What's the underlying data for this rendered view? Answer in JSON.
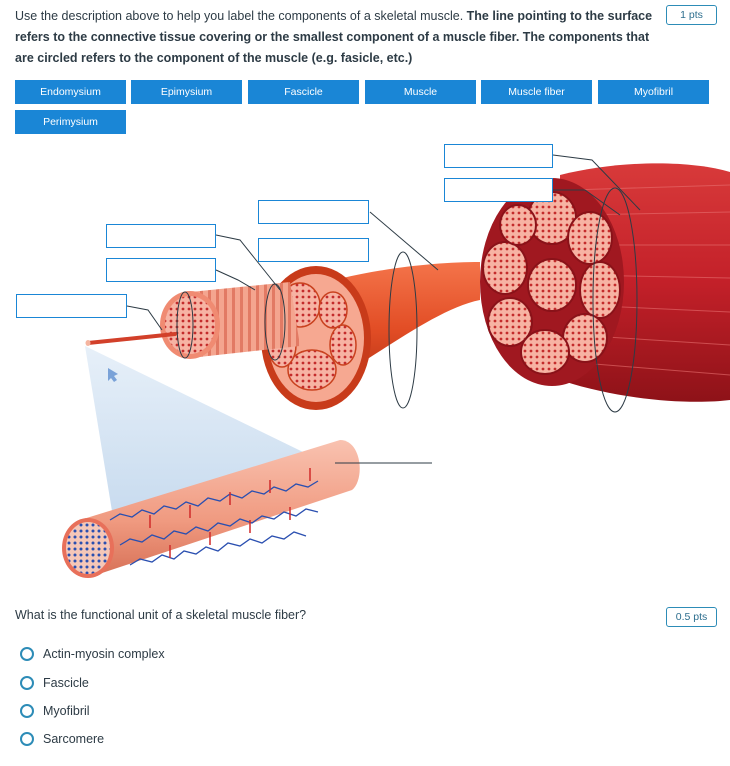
{
  "question1": {
    "text_plain": "Use the description above to help you label the components of a skeletal muscle. ",
    "text_bold": "The line pointing to the surface refers to the connective tissue covering or the smallest component of a muscle fiber.  The components that are circled refers to the component of the muscle (e.g. fasicle, etc.)",
    "points": "1 pts",
    "labels": [
      "Endomysium",
      "Epimysium",
      "Fascicle",
      "Muscle",
      "Muscle fiber",
      "Myofibril",
      "Perimysium"
    ]
  },
  "question2": {
    "text": "What is the functional unit of a skeletal muscle fiber?",
    "points": "0.5 pts",
    "options": [
      "Actin-myosin complex",
      "Fascicle",
      "Myofibril",
      "Sarcomere"
    ]
  },
  "colors": {
    "accent": "#1a86d6",
    "points_border": "#2d8cb7",
    "muscle_red": "#c8232c",
    "fascicle_orange": "#e8552a",
    "fiber_pink": "#f2a38e",
    "sarcolemma_blue": "#2a4fb0"
  }
}
